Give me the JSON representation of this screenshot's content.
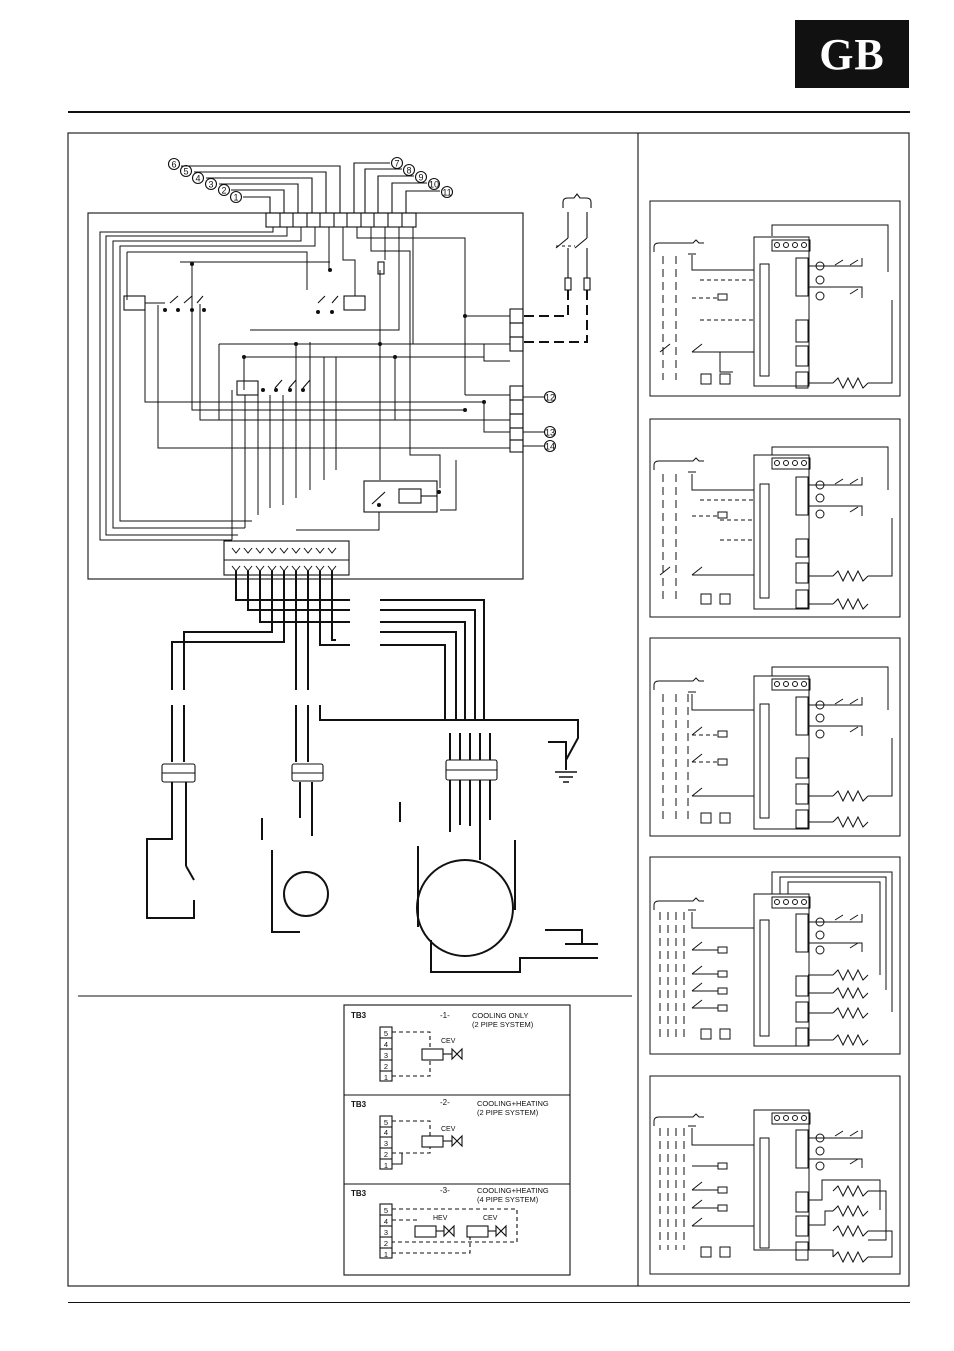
{
  "header": {
    "badge": "GB"
  },
  "wiring": {
    "terminal_markers": [
      "1",
      "2",
      "3",
      "4",
      "5",
      "6",
      "7",
      "8",
      "9",
      "10",
      "11"
    ],
    "side_markers": [
      "12",
      "13",
      "14"
    ]
  },
  "tb3_options": [
    {
      "label": "TB3",
      "index": "-1-",
      "title_line1": "COOLING ONLY",
      "title_line2": "(2 PIPE SYSTEM)",
      "valves": [
        "CEV"
      ],
      "terminals": [
        "5",
        "4",
        "3",
        "2",
        "1"
      ]
    },
    {
      "label": "TB3",
      "index": "-2-",
      "title_line1": "COOLING+HEATING",
      "title_line2": "(2 PIPE SYSTEM)",
      "valves": [
        "CEV"
      ],
      "terminals": [
        "5",
        "4",
        "3",
        "2",
        "1"
      ]
    },
    {
      "label": "TB3",
      "index": "-3-",
      "title_line1": "COOLING+HEATING",
      "title_line2": "(4 PIPE SYSTEM)",
      "valves": [
        "HEV",
        "CEV"
      ],
      "terminals": [
        "5",
        "4",
        "3",
        "2",
        "1"
      ]
    }
  ]
}
